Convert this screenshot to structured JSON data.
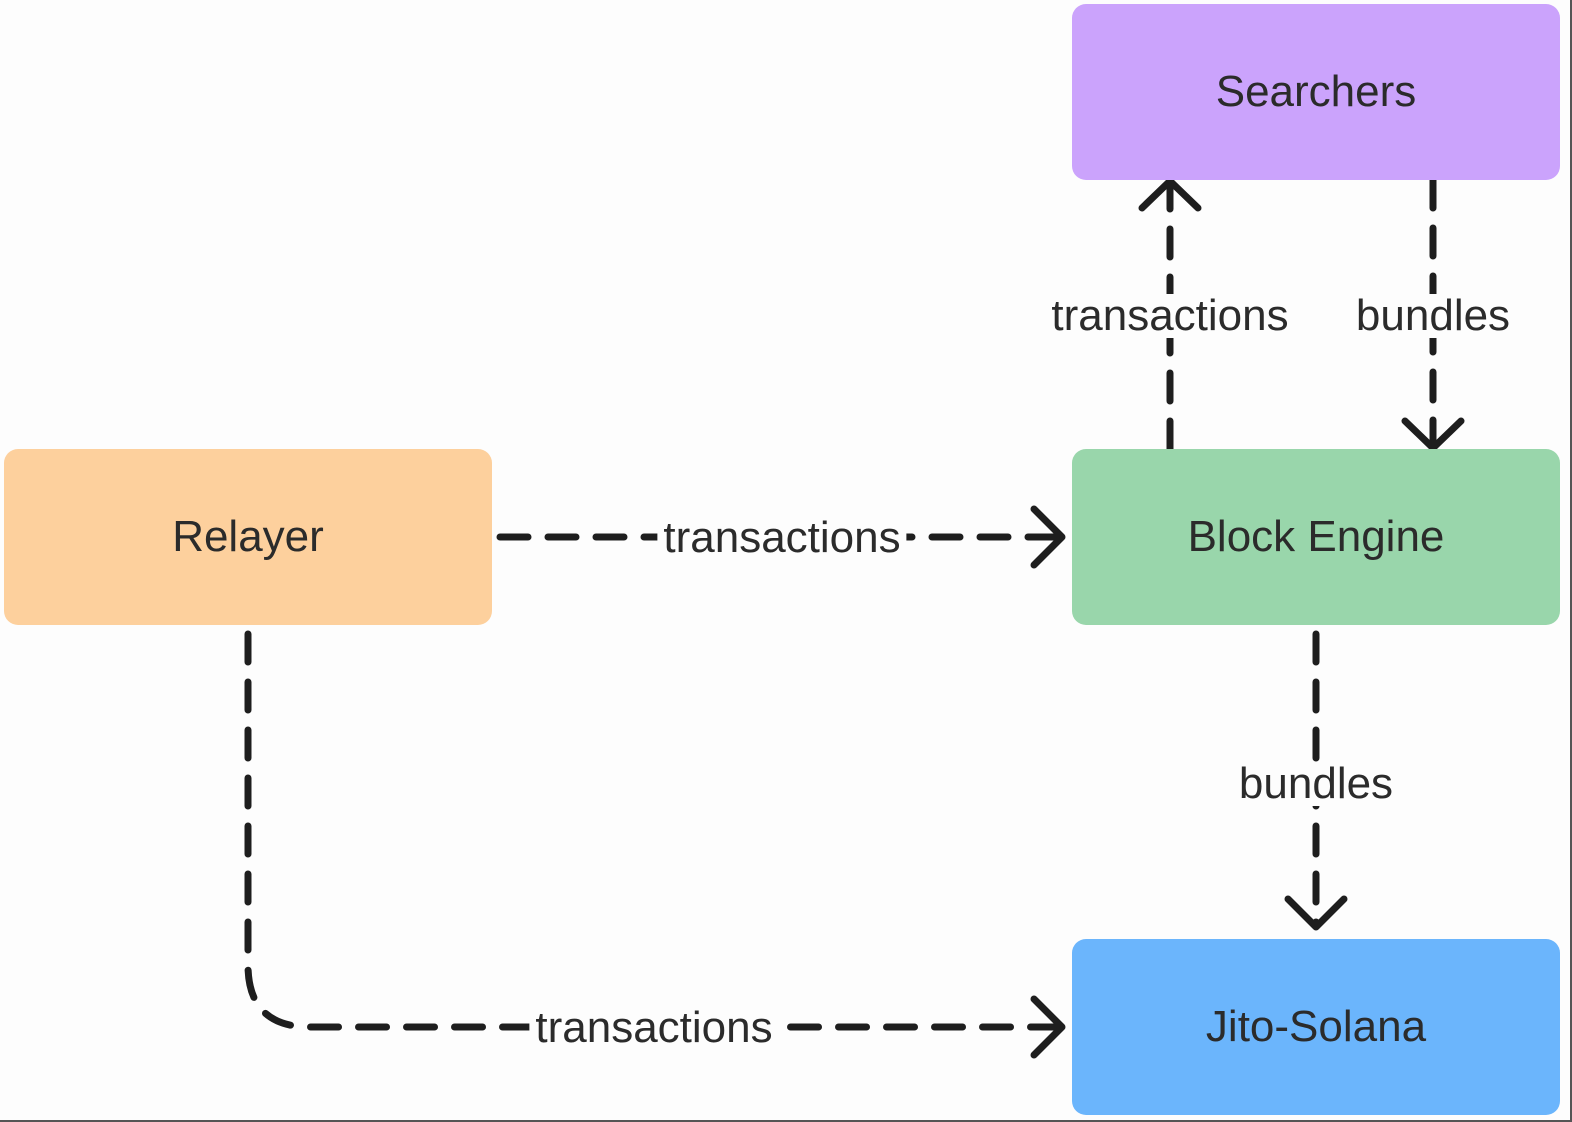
{
  "nodes": {
    "searchers": {
      "label": "Searchers",
      "color": "#cba3fc"
    },
    "relayer": {
      "label": "Relayer",
      "color": "#fdd09d"
    },
    "block_engine": {
      "label": "Block Engine",
      "color": "#99d6ab"
    },
    "jito_solana": {
      "label": "Jito-Solana",
      "color": "#6bb5fc"
    }
  },
  "edges": [
    {
      "from": "block_engine",
      "to": "searchers",
      "label": "transactions"
    },
    {
      "from": "searchers",
      "to": "block_engine",
      "label": "bundles"
    },
    {
      "from": "relayer",
      "to": "block_engine",
      "label": "transactions"
    },
    {
      "from": "block_engine",
      "to": "jito_solana",
      "label": "bundles"
    },
    {
      "from": "relayer",
      "to": "jito_solana",
      "label": "transactions"
    }
  ],
  "edge_color": "#1e1e1e"
}
